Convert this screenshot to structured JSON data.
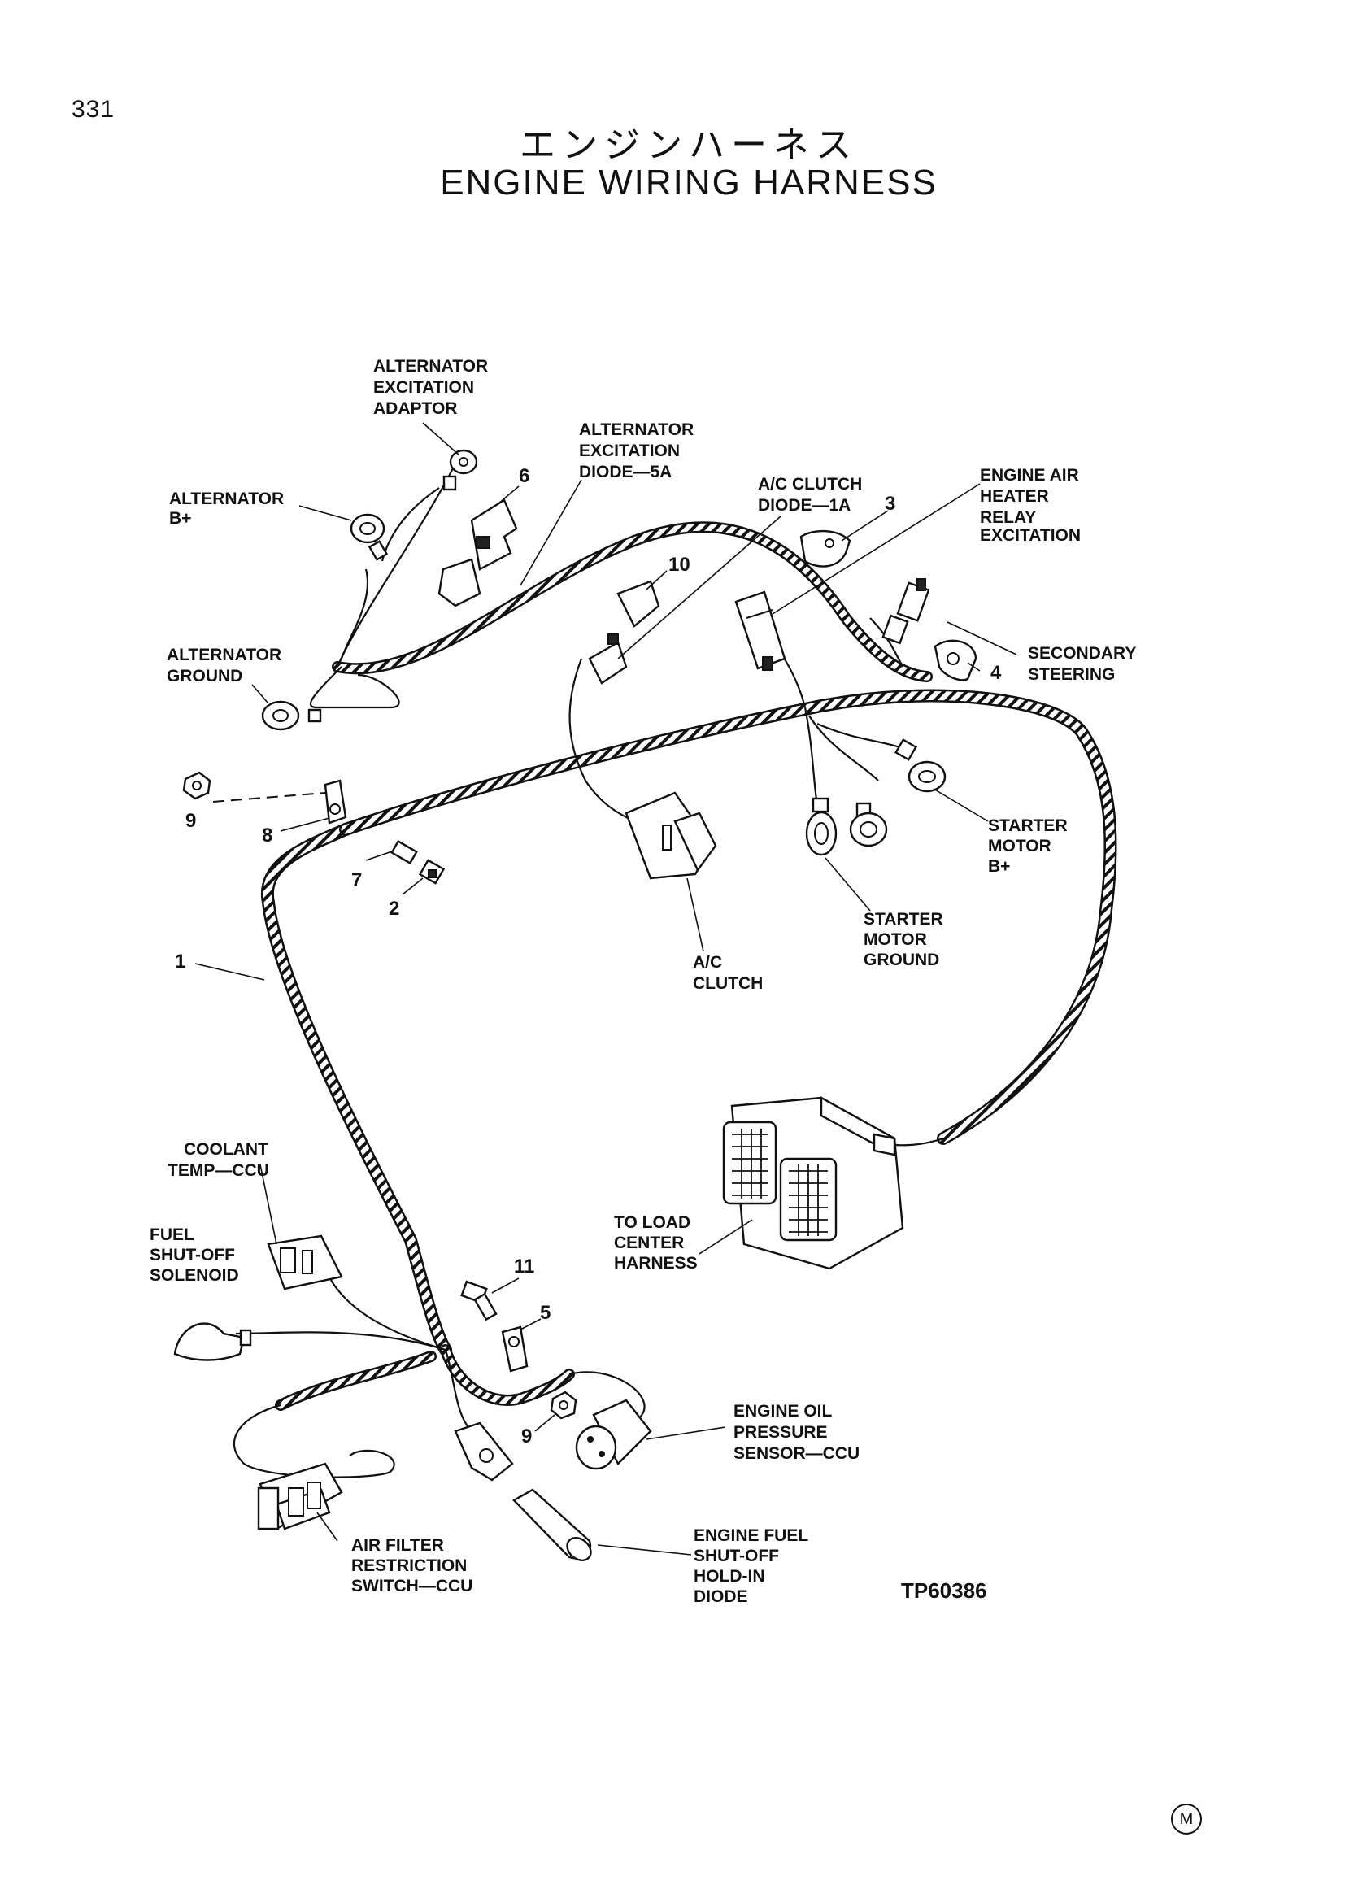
{
  "page_number": "331",
  "title_jp": "エンジンハーネス",
  "title_en": "ENGINE WIRING HARNESS",
  "figure_code": "TP60386",
  "footer_mark": "M",
  "labels": {
    "alt_exc_adaptor": [
      "ALTERNATOR",
      "EXCITATION",
      "ADAPTOR"
    ],
    "alt_exc_diode": [
      "ALTERNATOR",
      "EXCITATION",
      "DIODE—5A"
    ],
    "ac_clutch_diode": [
      "A/C CLUTCH",
      "DIODE—1A"
    ],
    "engine_air_heater": [
      "ENGINE AIR",
      "HEATER",
      "RELAY",
      "EXCITATION"
    ],
    "alternator_b": [
      "ALTERNATOR",
      "B+"
    ],
    "secondary_steering": [
      "SECONDARY",
      "STEERING"
    ],
    "alternator_ground": [
      "ALTERNATOR",
      "GROUND"
    ],
    "starter_motor_b": [
      "STARTER",
      "MOTOR",
      "B+"
    ],
    "starter_motor_ground": [
      "STARTER",
      "MOTOR",
      "GROUND"
    ],
    "ac_clutch": [
      "A/C",
      "CLUTCH"
    ],
    "coolant_temp": [
      "COOLANT",
      "TEMP—CCU"
    ],
    "fuel_shutoff": [
      "FUEL",
      "SHUT-OFF",
      "SOLENOID"
    ],
    "load_center": [
      "TO LOAD",
      "CENTER",
      "HARNESS"
    ],
    "oil_pressure": [
      "ENGINE OIL",
      "PRESSURE",
      "SENSOR—CCU"
    ],
    "air_filter": [
      "AIR FILTER",
      "RESTRICTION",
      "SWITCH—CCU"
    ],
    "fuel_holdin": [
      "ENGINE FUEL",
      "SHUT-OFF",
      "HOLD-IN",
      "DIODE"
    ]
  },
  "callouts": {
    "n1": "1",
    "n2": "2",
    "n3": "3",
    "n4": "4",
    "n5": "5",
    "n6": "6",
    "n7": "7",
    "n8": "8",
    "n9a": "9",
    "n9b": "9",
    "n10": "10",
    "n11": "11"
  }
}
